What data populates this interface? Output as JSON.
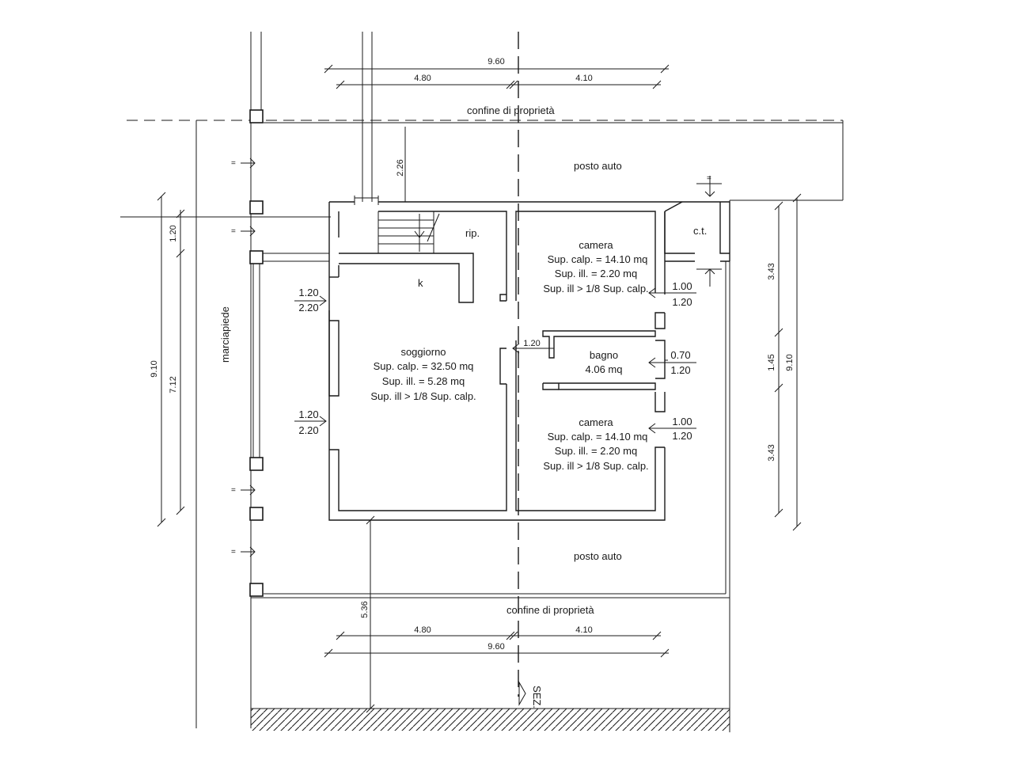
{
  "labels": {
    "confine_top": "confine di proprietà",
    "confine_bottom": "confine di proprietà",
    "posto_auto_top": "posto auto",
    "posto_auto_bottom": "posto auto",
    "marciapiede": "marciapiede",
    "rip": "rip.",
    "k": "k",
    "ct": "c.t.",
    "sez": "SEZ."
  },
  "rooms": {
    "camera_top": {
      "name": "camera",
      "calp": "Sup. calp. = 14.10 mq",
      "ill": "Sup. ill. = 2.20 mq",
      "ratio": "Sup. ill > 1/8 Sup. calp."
    },
    "camera_bottom": {
      "name": "camera",
      "calp": "Sup. calp. = 14.10 mq",
      "ill": "Sup. ill. = 2.20 mq",
      "ratio": "Sup. ill > 1/8 Sup. calp."
    },
    "bagno": {
      "name": "bagno",
      "area": "4.06 mq"
    },
    "soggiorno": {
      "name": "soggiorno",
      "calp": "Sup. calp. = 32.50 mq",
      "ill": "Sup. ill. = 5.28 mq",
      "ratio": "Sup. ill > 1/8 Sup. calp."
    }
  },
  "dims": {
    "top_total": "9.60",
    "top_left": "4.80",
    "top_right": "4.10",
    "bottom_left": "4.80",
    "bottom_right": "4.10",
    "bottom_total": "9.60",
    "gap_top": "2.26",
    "gap_bottom": "5.36",
    "left_upper": "1.20",
    "left_total": "9.10",
    "left_inner": "7.12",
    "right_upper": "3.43",
    "right_middle": "1.45",
    "right_lower": "3.43",
    "right_total": "9.10",
    "win_left_1_w": "1.20",
    "win_left_1_h": "2.20",
    "win_left_2_w": "1.20",
    "win_left_2_h": "2.20",
    "win_cam1_w": "1.00",
    "win_cam1_h": "1.20",
    "win_bagno_w": "0.70",
    "win_bagno_h": "1.20",
    "win_cam2_w": "1.00",
    "win_cam2_h": "1.20",
    "door_bagno": "1.20"
  }
}
